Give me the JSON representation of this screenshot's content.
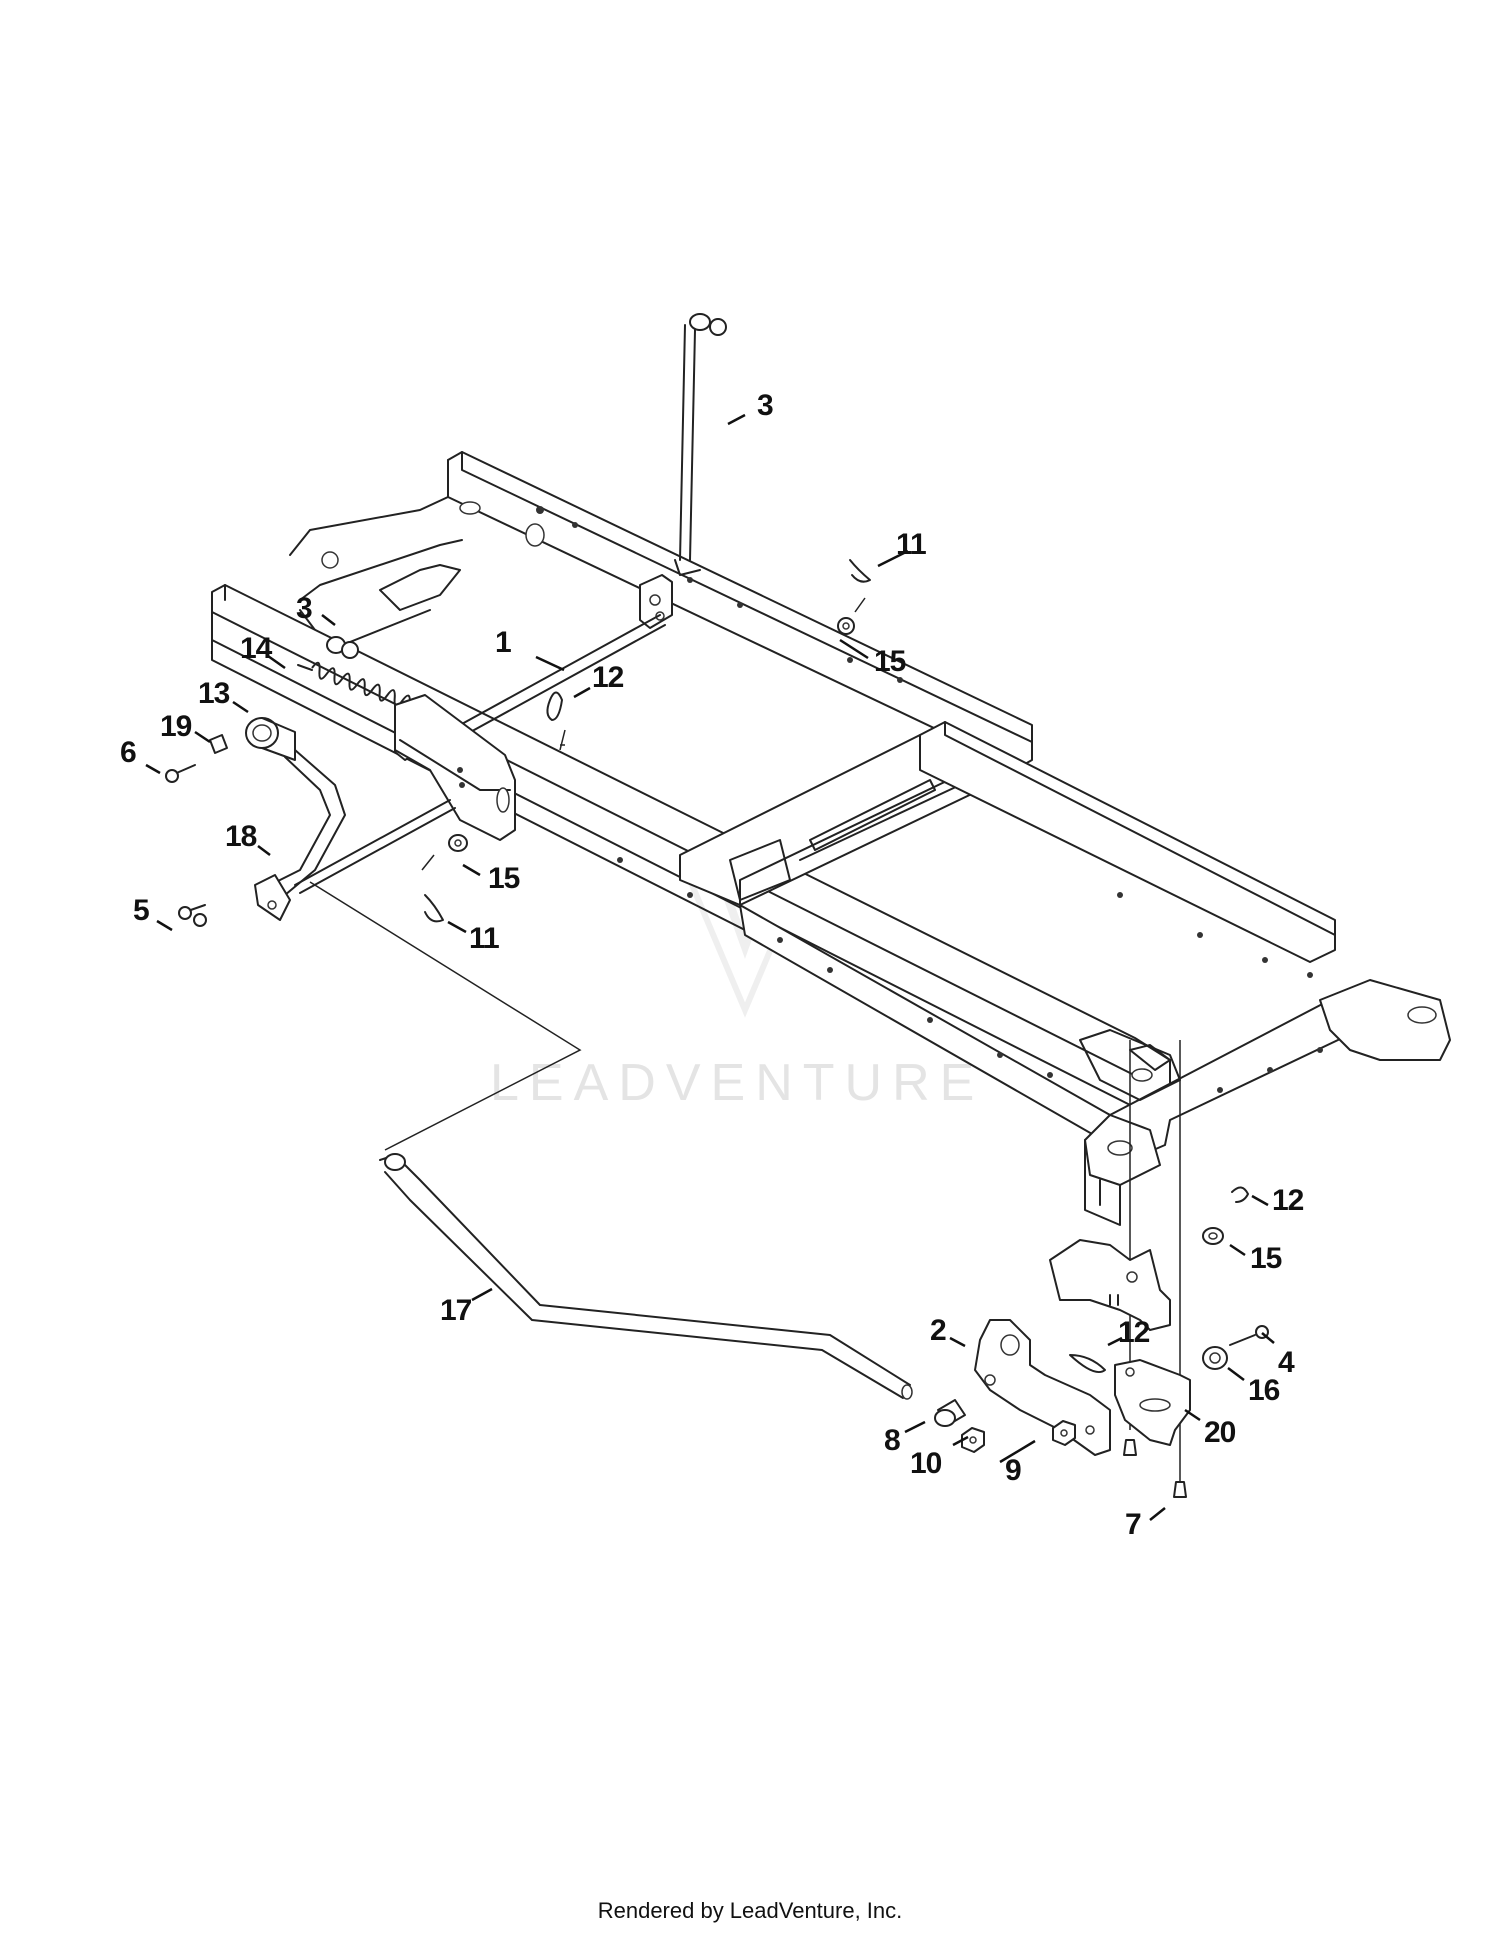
{
  "watermark": {
    "text": "LEADVENTURE"
  },
  "footer": {
    "text": "Rendered by LeadVenture, Inc."
  },
  "callouts": [
    {
      "id": "c1",
      "label": "1"
    },
    {
      "id": "c2",
      "label": "2"
    },
    {
      "id": "c3a",
      "label": "3"
    },
    {
      "id": "c3b",
      "label": "3"
    },
    {
      "id": "c4",
      "label": "4"
    },
    {
      "id": "c5",
      "label": "5"
    },
    {
      "id": "c6",
      "label": "6"
    },
    {
      "id": "c7",
      "label": "7"
    },
    {
      "id": "c8",
      "label": "8"
    },
    {
      "id": "c9",
      "label": "9"
    },
    {
      "id": "c10",
      "label": "10"
    },
    {
      "id": "c11a",
      "label": "11"
    },
    {
      "id": "c11b",
      "label": "11"
    },
    {
      "id": "c12a",
      "label": "12"
    },
    {
      "id": "c12b",
      "label": "12"
    },
    {
      "id": "c12c",
      "label": "12"
    },
    {
      "id": "c13",
      "label": "13"
    },
    {
      "id": "c14",
      "label": "14"
    },
    {
      "id": "c15a",
      "label": "15"
    },
    {
      "id": "c15b",
      "label": "15"
    },
    {
      "id": "c15c",
      "label": "15"
    },
    {
      "id": "c16",
      "label": "16"
    },
    {
      "id": "c17",
      "label": "17"
    },
    {
      "id": "c18",
      "label": "18"
    },
    {
      "id": "c19",
      "label": "19"
    },
    {
      "id": "c20",
      "label": "20"
    }
  ]
}
